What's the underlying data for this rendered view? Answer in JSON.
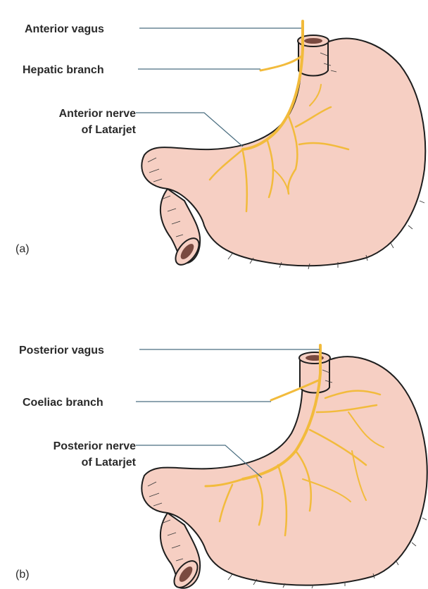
{
  "panels": [
    {
      "id": "a",
      "panel_label": "(a)",
      "labels": {
        "vagus": "Anterior vagus",
        "branch": "Hepatic branch",
        "latarjet_line1": "Anterior nerve",
        "latarjet_line2": "of Latarjet"
      }
    },
    {
      "id": "b",
      "panel_label": "(b)",
      "labels": {
        "vagus": "Posterior vagus",
        "branch": "Coeliac branch",
        "latarjet_line1": "Posterior nerve",
        "latarjet_line2": "of Latarjet"
      }
    }
  ],
  "colors": {
    "stomach_fill": "#f6cfc3",
    "nerve": "#f2bb3c",
    "leader_line": "#4a6e80",
    "outline": "#1e1e1e"
  }
}
